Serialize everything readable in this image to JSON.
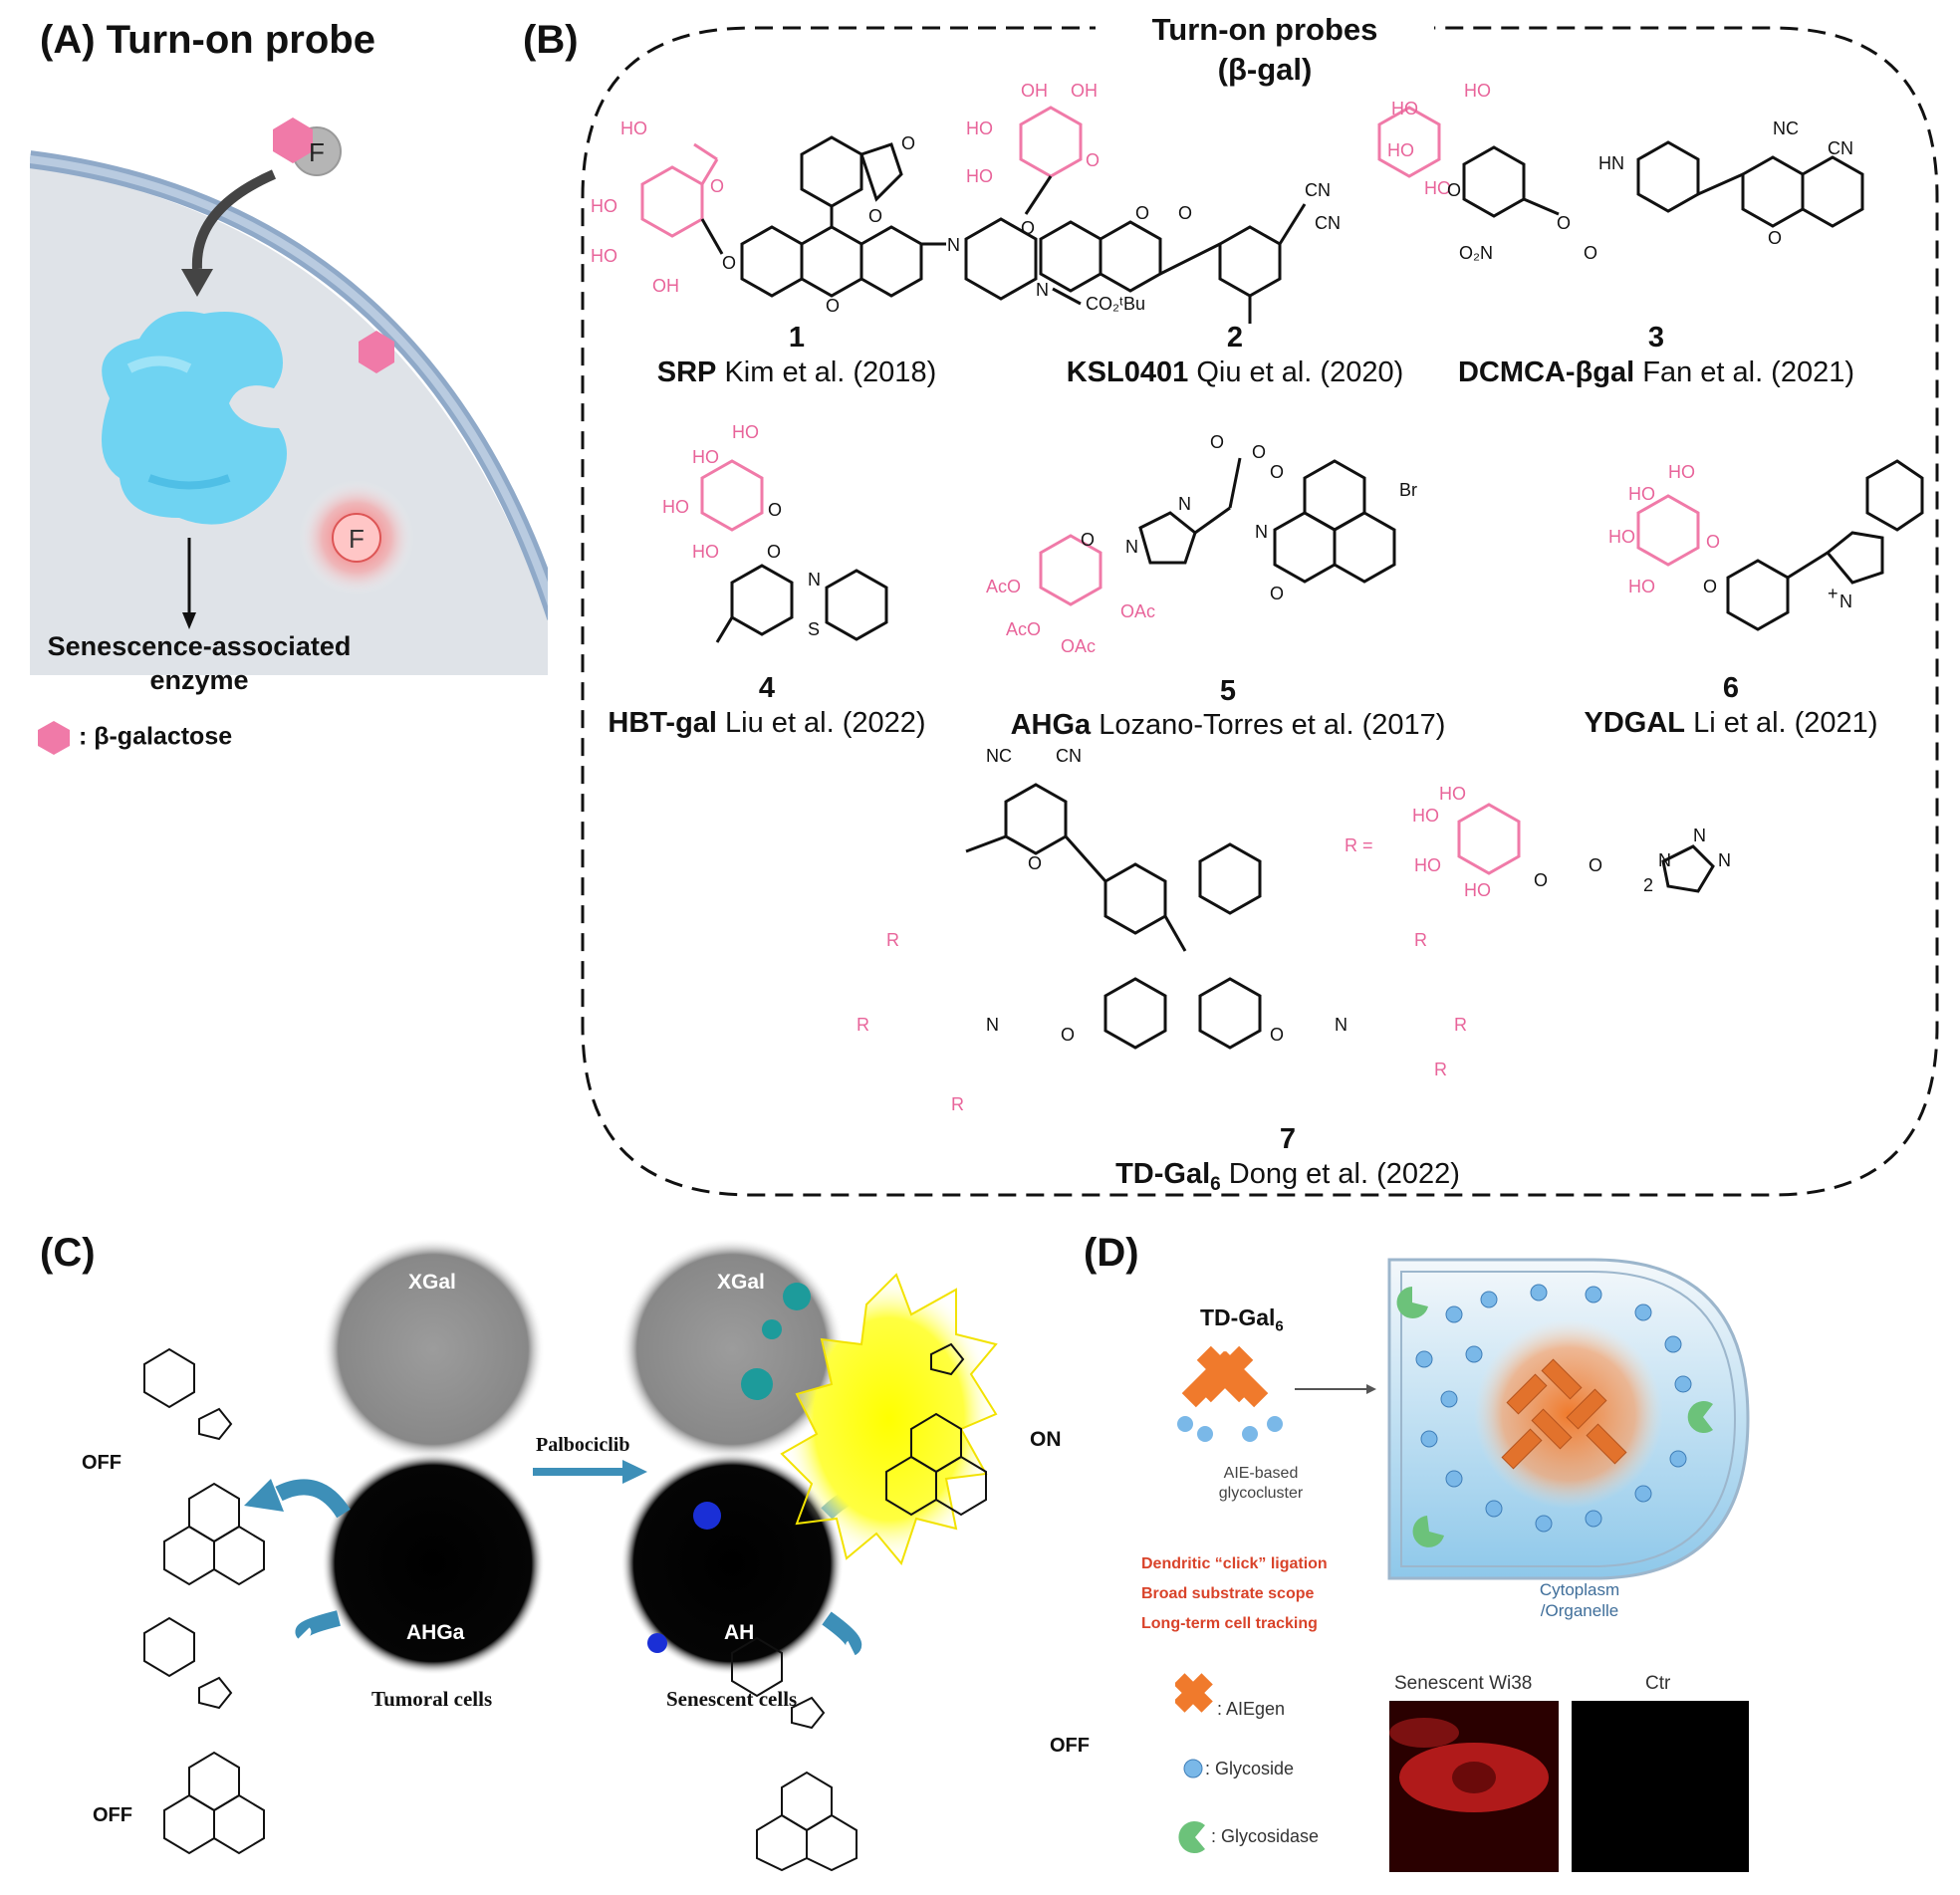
{
  "panel_a": {
    "label": "(A)",
    "title": "Turn-on probe",
    "fluor_letter": "F",
    "enzyme_label": "Senescence-associated enzyme",
    "legend_text": ": β-galactose",
    "colors": {
      "sugar": "#f07aa8",
      "enzyme": "#6fd3f2",
      "cell": "#dfe3e8",
      "membrane": "#8fa9c8"
    }
  },
  "panel_b": {
    "label": "(B)",
    "title_line1": "Turn-on probes",
    "title_line2": "(β-gal)",
    "probes": [
      {
        "number": "1",
        "name": "SRP",
        "citation": "Kim et al. (2018)"
      },
      {
        "number": "2",
        "name": "KSL0401",
        "citation": "Qiu et al. (2020)"
      },
      {
        "number": "3",
        "name": "DCMCA-βgal",
        "citation": "Fan et al. (2021)"
      },
      {
        "number": "4",
        "name": "HBT-gal",
        "citation": "Liu et al. (2022)"
      },
      {
        "number": "5",
        "name": "AHGa",
        "citation": "Lozano-Torres et al. (2017)"
      },
      {
        "number": "6",
        "name": "YDGAL",
        "citation": "Li et al. (2021)"
      },
      {
        "number": "7",
        "name": "TD-Gal",
        "name_sub": "6",
        "citation": "Dong et al. (2022)"
      }
    ],
    "atom_labels": {
      "ho": "HO",
      "oh": "OH",
      "o": "O",
      "n": "N",
      "s": "S",
      "br": "Br",
      "cn": "CN",
      "nc": "NC",
      "co2tbu": "CO₂ᵗBu",
      "o2n": "O₂N",
      "hn": "HN",
      "oac": "OAc",
      "aco": "AcO",
      "r": "R",
      "r_eq": "R =",
      "n_plus": "N",
      "plus": "+",
      "sub2": "2"
    }
  },
  "panel_c": {
    "label": "(C)",
    "xgal_1": "XGal",
    "xgal_2": "XGal",
    "ahga": "AHGa",
    "ah": "AH",
    "arrow_label": "Palbociclib",
    "tumoral": "Tumoral cells",
    "senescent": "Senescent cells",
    "on": "ON",
    "off_1": "OFF",
    "off_2": "OFF",
    "off_3": "OFF",
    "colors": {
      "burst": "#ffff00",
      "arrow": "#3d8fb8"
    }
  },
  "panel_d": {
    "label": "(D)",
    "td_gal": "TD-Gal",
    "td_gal_sub": "6",
    "aie_caption_1": "AIE-based",
    "aie_caption_2": "glycocluster",
    "features": [
      "Dendritic “click” ligation",
      "Broad substrate scope",
      "Long-term cell tracking"
    ],
    "cytoplasm_1": "Cytoplasm",
    "cytoplasm_2": "/Organelle",
    "legend": [
      ": AIEgen",
      ": Glycoside",
      ": Glycosidase"
    ],
    "micro_1": "Senescent Wi38",
    "micro_2": "Ctr",
    "colors": {
      "feature_text": "#d9432a",
      "aiegen": "#f07a2c",
      "glycoside": "#7ab8e8",
      "glycosidase": "#6cc27a"
    }
  }
}
